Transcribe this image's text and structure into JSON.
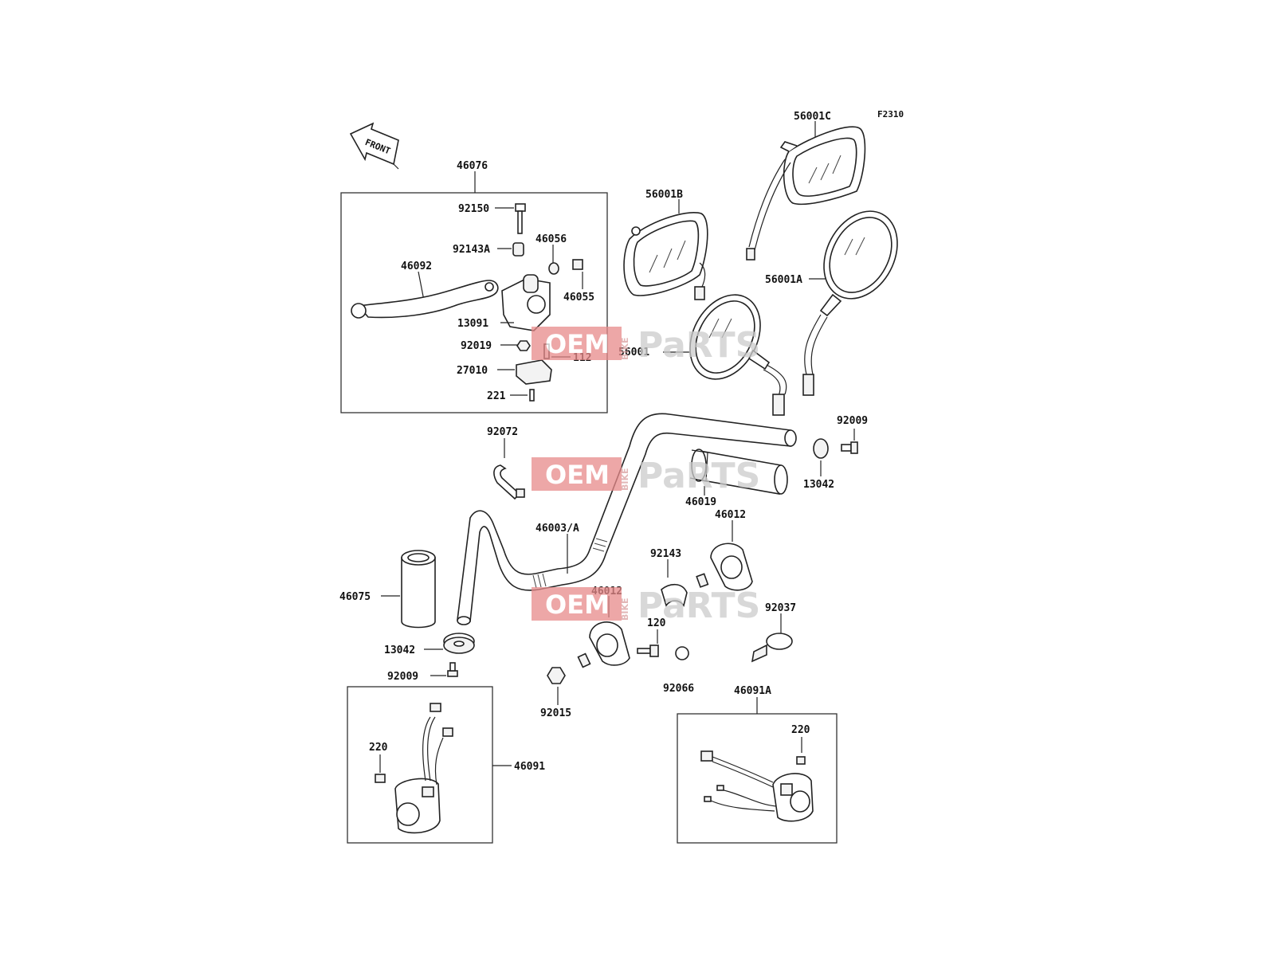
{
  "diagram_code": "F2310",
  "front_label": "FRONT",
  "watermark": {
    "a": "OEM",
    "b": "BIKE",
    "c": "PaRTS",
    "color": "#e88a8a"
  },
  "labels": {
    "l46076": "46076",
    "l92150": "92150",
    "l92143A": "92143A",
    "l46056": "46056",
    "l46092": "46092",
    "l46055": "46055",
    "l13091": "13091",
    "l92019": "92019",
    "l112": "112",
    "l27010": "27010",
    "l221": "221",
    "l56001C": "56001C",
    "l56001B": "56001B",
    "l56001A": "56001A",
    "l56001": "56001",
    "l92009a": "92009",
    "l13042a": "13042",
    "l92072": "92072",
    "l46019": "46019",
    "l46003A": "46003/A",
    "l46012a": "46012",
    "l92143": "92143",
    "l46012b": "46012",
    "l120": "120",
    "l92037": "92037",
    "l46075": "46075",
    "l13042b": "13042",
    "l92009b": "92009",
    "l92015": "92015",
    "l92066": "92066",
    "l46091A": "46091A",
    "l220a": "220",
    "l46091": "46091",
    "l220b": "220"
  }
}
